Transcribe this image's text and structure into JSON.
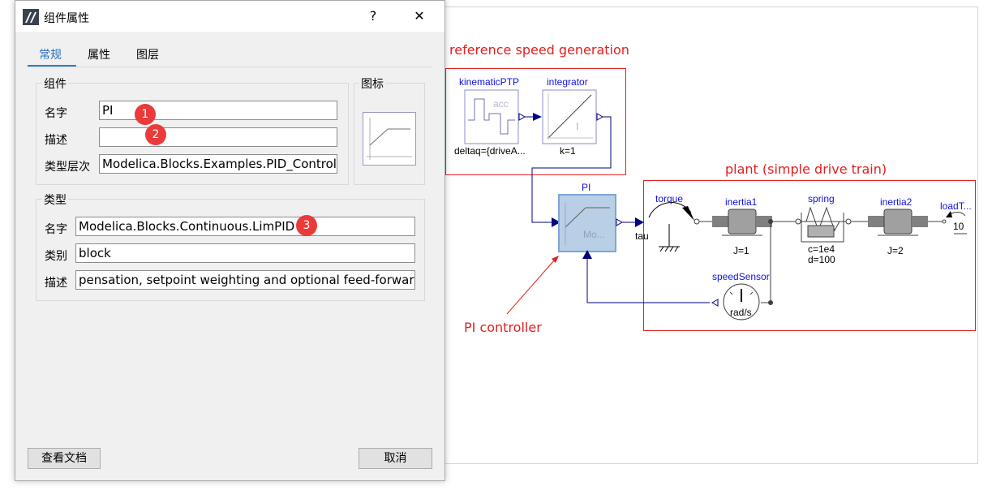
{
  "dialog": {
    "title": "组件属性",
    "help_label": "?",
    "close_label": "✕",
    "tabs": [
      "常规",
      "属性",
      "图层"
    ],
    "component_group": {
      "title": "组件",
      "name_label": "名字",
      "name_value": "PI",
      "desc_label": "描述",
      "desc_value": "",
      "hierarchy_label": "类型层次",
      "hierarchy_value": "Modelica.Blocks.Examples.PID_Controller"
    },
    "icon_group": {
      "title": "图标"
    },
    "type_group": {
      "title": "类型",
      "name_label": "名字",
      "name_value": "Modelica.Blocks.Continuous.LimPID",
      "category_label": "类别",
      "category_value": "block",
      "desc_label": "描述",
      "desc_value": "pensation, setpoint weighting and optional feed-forward"
    },
    "badges": [
      "1",
      "2",
      "3"
    ],
    "view_doc_button": "查看文档",
    "cancel_button": "取消"
  },
  "diagram": {
    "annotations": {
      "reference": "reference speed generation",
      "plant": "plant (simple drive train)",
      "pi_controller": "PI controller"
    },
    "blocks": {
      "kinematic": {
        "name": "kinematicPTP",
        "param": "deltaq={driveA...",
        "inner": "acc"
      },
      "integrator": {
        "name": "integrator",
        "param": "k=1",
        "inner": "I"
      },
      "pi": {
        "name": "PI",
        "inner": "Mo..."
      },
      "torque": {
        "name": "torque",
        "port": "tau"
      },
      "inertia1": {
        "name": "inertia1",
        "param": "J=1"
      },
      "spring": {
        "name": "spring",
        "param1": "c=1e4",
        "param2": "d=100"
      },
      "inertia2": {
        "name": "inertia2",
        "param": "J=2"
      },
      "load": {
        "name": "loadT...",
        "param": "10"
      },
      "speed_sensor": {
        "name": "speedSensor",
        "unit": "rad/s"
      }
    }
  },
  "colors": {
    "annotation_red": "#e41e1e",
    "signal_blue": "#000080",
    "label_blue": "#1010e0",
    "selected_fill": "#b9cfe6"
  }
}
